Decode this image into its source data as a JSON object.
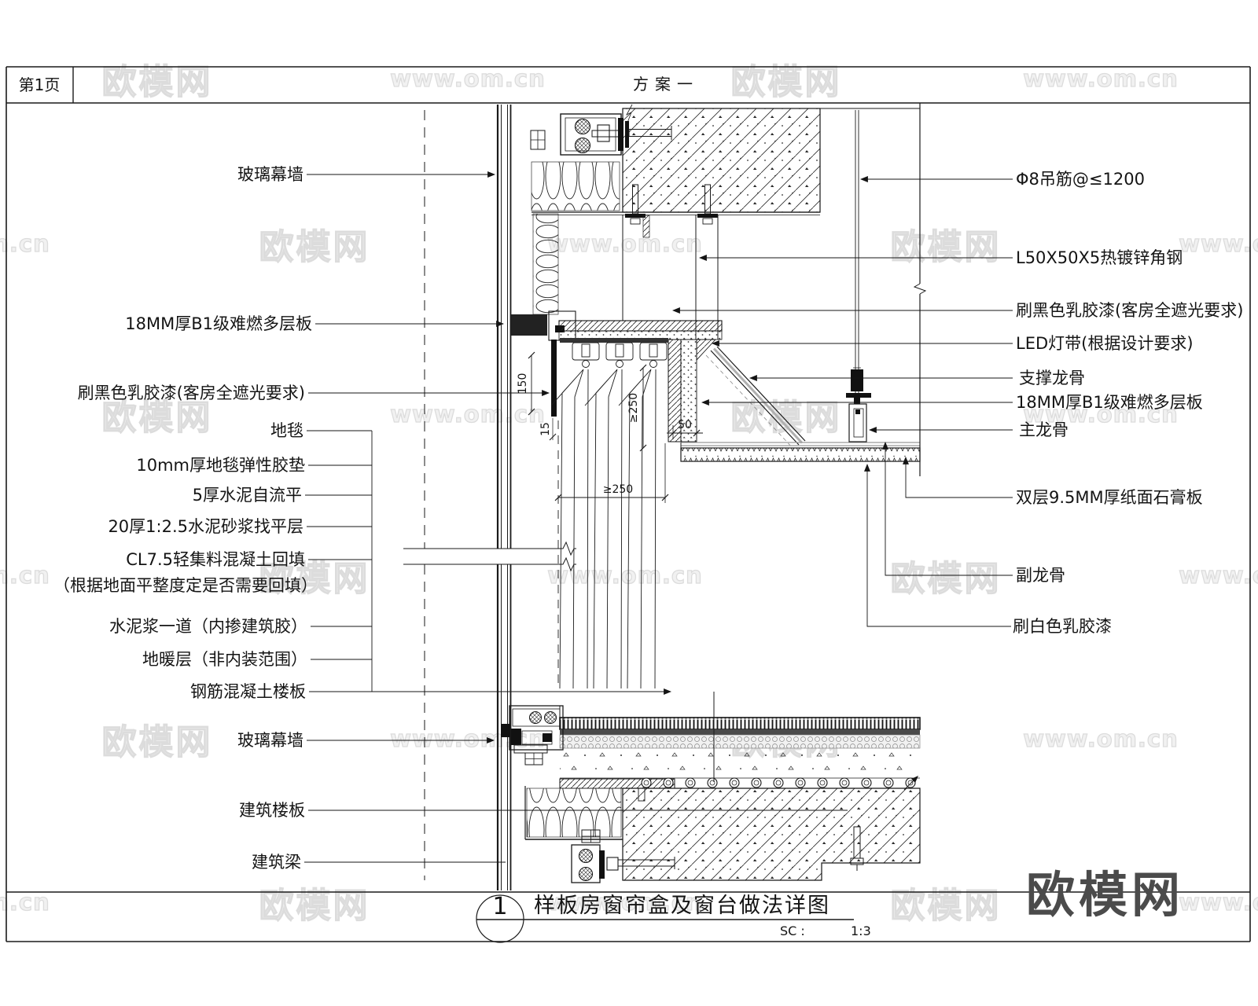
{
  "page": {
    "page_no": "第1页",
    "scheme": "方案一"
  },
  "titleblock": {
    "num": "1",
    "title": "样板房窗帘盒及窗台做法详图",
    "sc_label": "SC :",
    "scale_value": "1:3"
  },
  "brand": {
    "logo": "欧模网",
    "wm_cn": "欧模网",
    "wm_url": "www.om.cn"
  },
  "labels": {
    "left": [
      {
        "text": "玻璃幕墙"
      },
      {
        "text": "18MM厚B1级难燃多层板"
      },
      {
        "text": "刷黑色乳胶漆(客房全遮光要求)"
      },
      {
        "text": "地毯"
      },
      {
        "text": "10mm厚地毯弹性胶垫"
      },
      {
        "text": "5厚水泥自流平"
      },
      {
        "text": "20厚1:2.5水泥砂浆找平层"
      },
      {
        "text": "CL7.5轻集料混凝土回填"
      },
      {
        "text": "（根据地面平整度定是否需要回填）"
      },
      {
        "text": "水泥浆一道（内掺建筑胶）"
      },
      {
        "text": "地暖层（非内装范围）"
      },
      {
        "text": "钢筋混凝土楼板"
      },
      {
        "text": "玻璃幕墙"
      },
      {
        "text": "建筑楼板"
      },
      {
        "text": "建筑梁"
      }
    ],
    "right": [
      {
        "text": "Φ8吊筋@≤1200"
      },
      {
        "text": "L50X50X5热镀锌角钢"
      },
      {
        "text": "刷黑色乳胶漆(客房全遮光要求)"
      },
      {
        "text": "LED灯带(根据设计要求)"
      },
      {
        "text": "支撑龙骨"
      },
      {
        "text": "18MM厚B1级难燃多层板"
      },
      {
        "text": "主龙骨"
      },
      {
        "text": "双层9.5MM厚纸面石膏板"
      },
      {
        "text": "副龙骨"
      },
      {
        "text": "刷白色乳胶漆"
      }
    ]
  },
  "dims": {
    "d150": "150",
    "d15": "15",
    "dge250v": "≥250",
    "d50": "50",
    "dge250h": "≥250"
  }
}
